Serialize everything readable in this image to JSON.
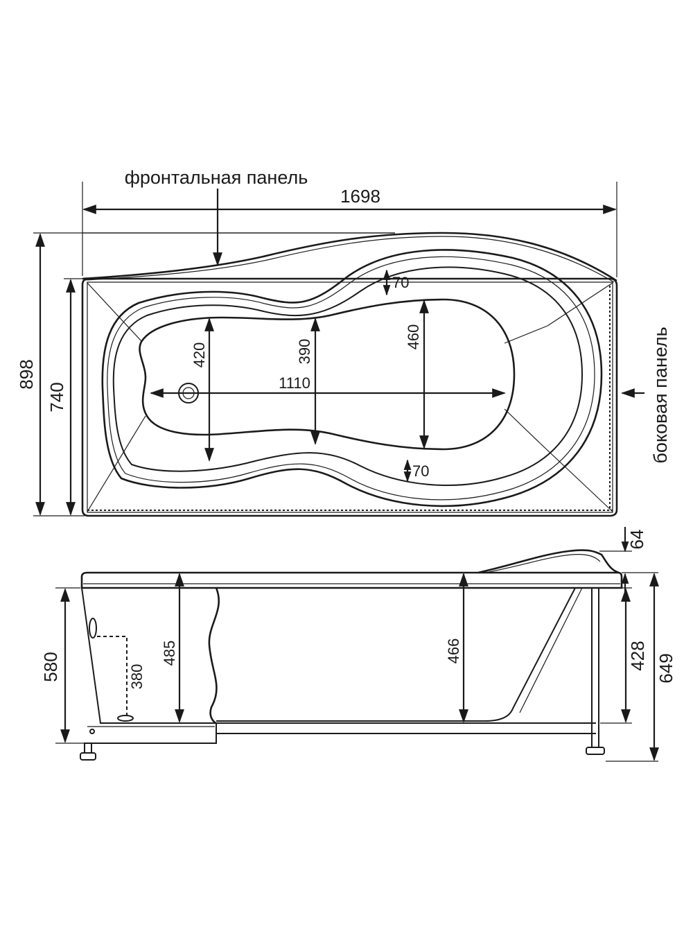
{
  "labels": {
    "front_panel": "фронтальная панель",
    "side_panel": "боковая панель"
  },
  "top_view": {
    "overall_length": "1698",
    "overall_width": "898",
    "rim_width": "740",
    "bottom_length": "1110",
    "width_head": "420",
    "width_middle": "390",
    "width_foot": "460",
    "rim_top": "70",
    "rim_bottom": "70"
  },
  "side_view": {
    "headrest_height": "64",
    "total_height": "649",
    "height_to_rim": "580",
    "depth_head": "485",
    "depth_foot": "466",
    "frame_height": "428",
    "drain_height": "380"
  }
}
